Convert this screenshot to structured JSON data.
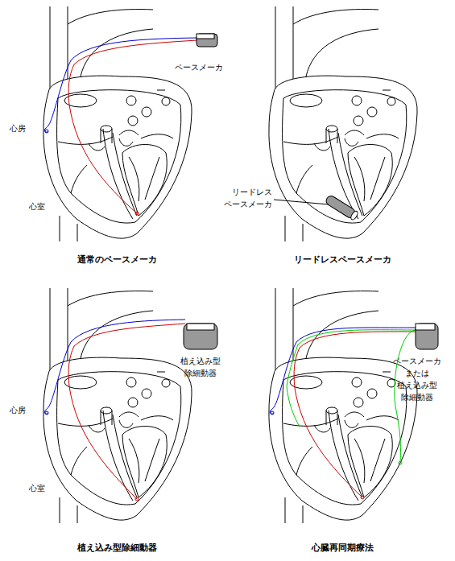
{
  "diagram": {
    "labels": [
      "ペースメーカ",
      "心房",
      "心室",
      "リードレス ペースメーカ",
      "通常のペースメーカ",
      "リードレスペースメーカ",
      "植え込み型 除細動器",
      "ペースメーカ または 植え込み型 除細動器",
      "心房",
      "心室",
      "植え込み型除細動器",
      "心臓再同期療法"
    ]
  }
}
